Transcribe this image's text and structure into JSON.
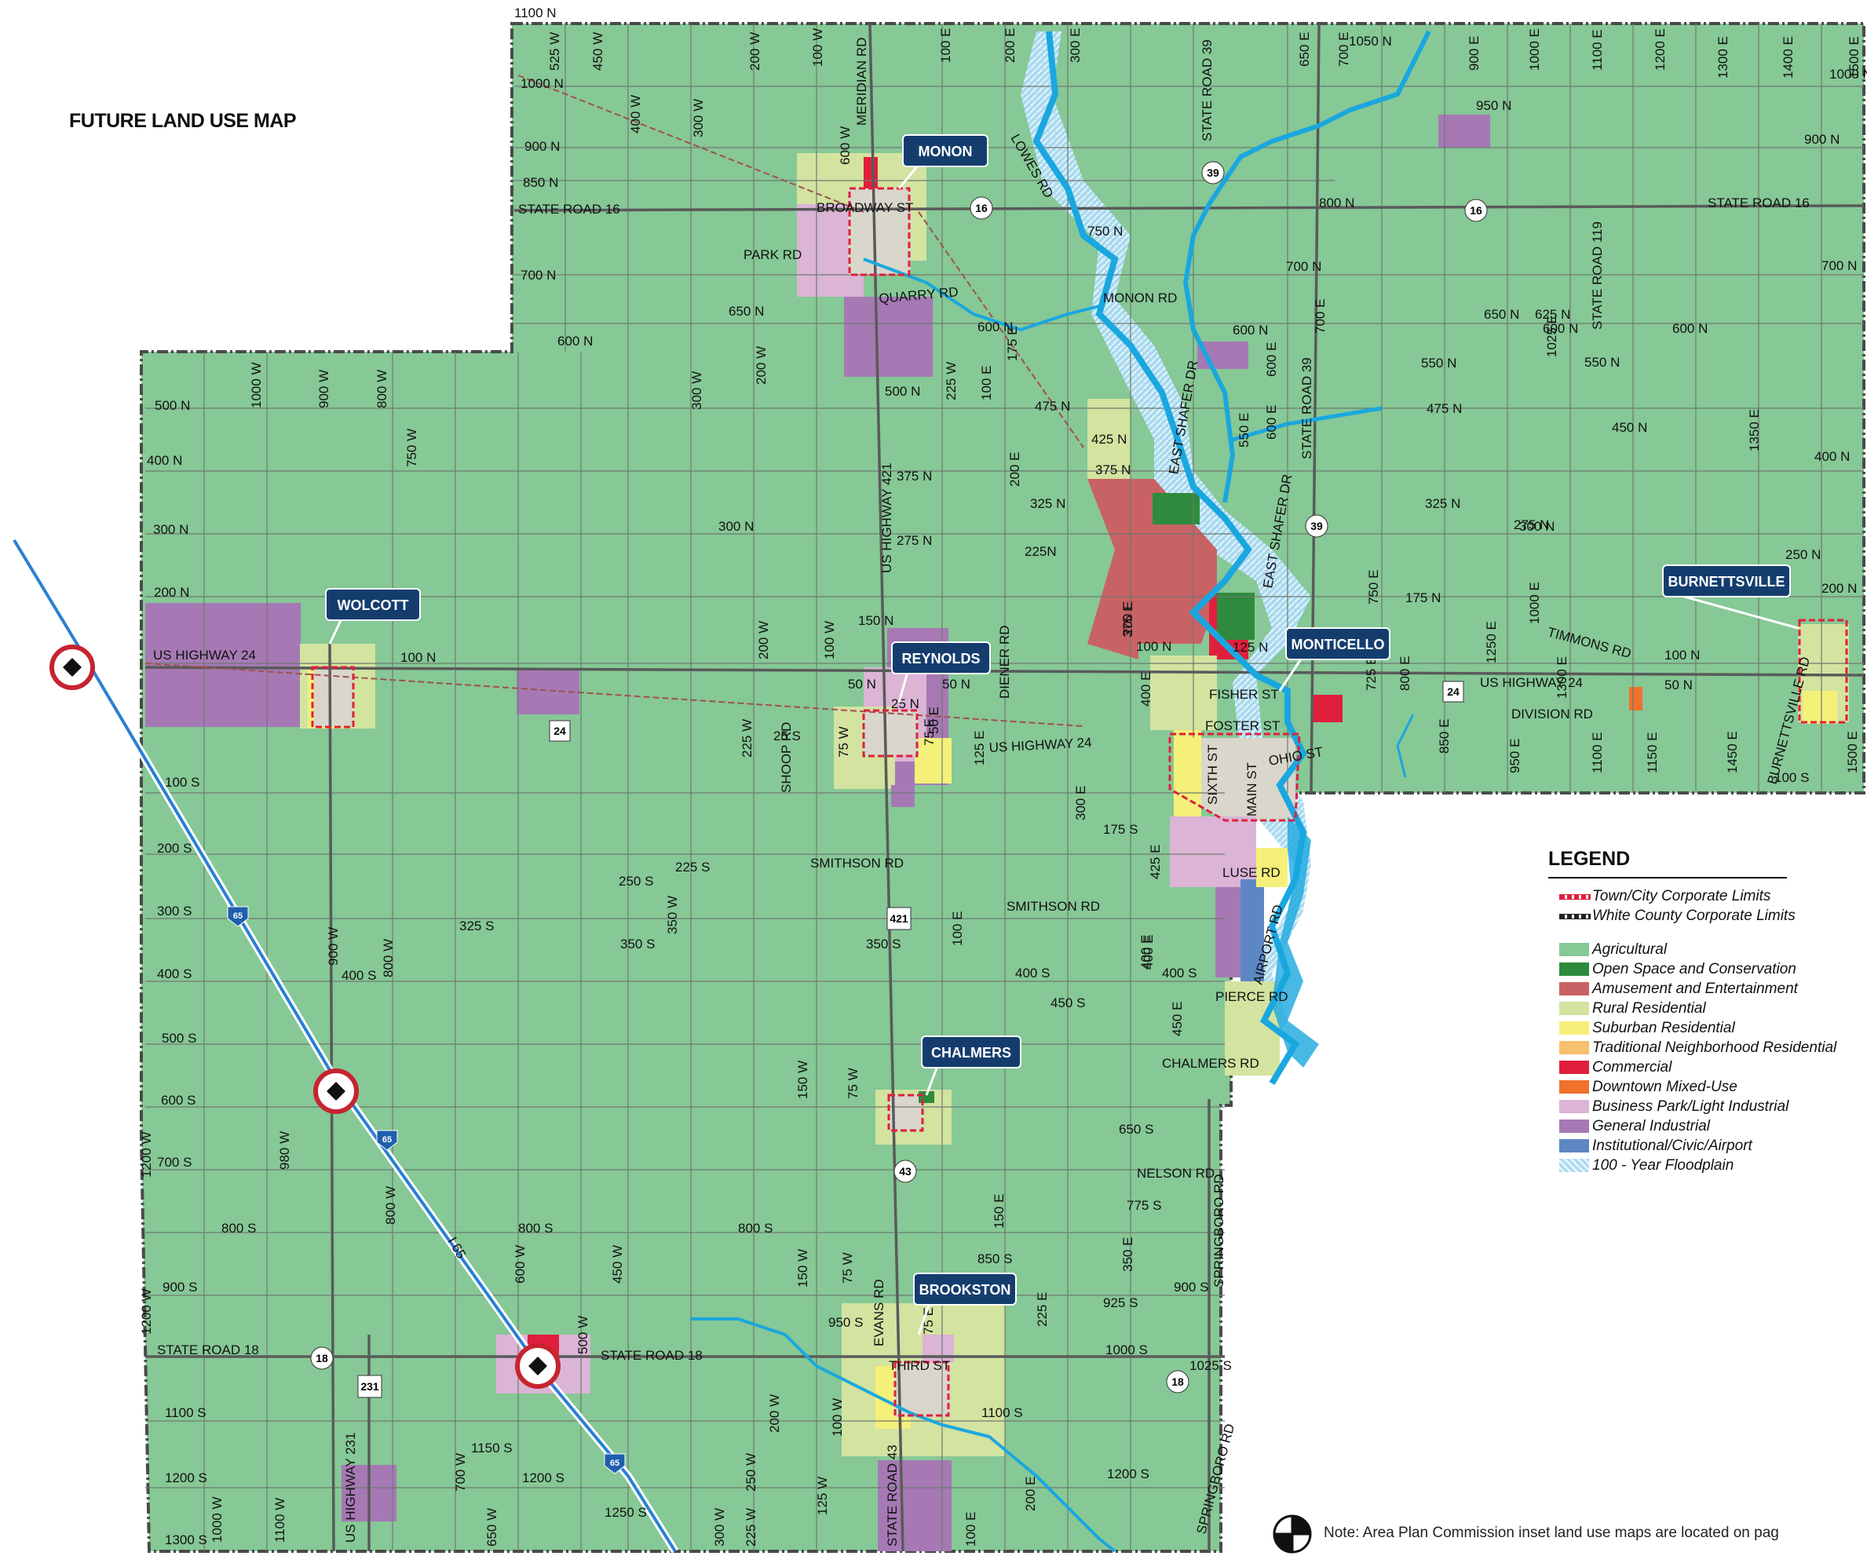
{
  "title": "FUTURE LAND USE MAP",
  "colors": {
    "agricultural": "#86c896",
    "open_space": "#2e8b3d",
    "amusement": "#c96264",
    "rural_residential": "#d3e3a0",
    "suburban_residential": "#f4f07a",
    "traditional_neighborhood": "#f6c06c",
    "commercial": "#e01f3d",
    "downtown_mixed_use": "#f0722b",
    "business_park": "#dbb4d6",
    "general_industrial": "#a679b5",
    "institutional": "#5d87c4",
    "floodplain": "#a9d9ef",
    "water": "#1aa7df",
    "road": "#777777",
    "callout": "#143d6e"
  },
  "towns": [
    "MONON",
    "WOLCOTT",
    "REYNOLDS",
    "MONTICELLO",
    "BURNETTSVILLE",
    "CHALMERS",
    "BROOKSTON"
  ],
  "legend": {
    "title": "LEGEND",
    "boundaries": [
      {
        "label": "Town/City Corporate Limits",
        "color": "#e01f3d"
      },
      {
        "label": "White County Corporate Limits",
        "color": "#222222"
      }
    ],
    "land_uses": [
      {
        "label": "Agricultural",
        "color": "#86c896"
      },
      {
        "label": "Open Space and Conservation",
        "color": "#2e8b3d"
      },
      {
        "label": "Amusement and Entertainment",
        "color": "#c96264"
      },
      {
        "label": "Rural Residential",
        "color": "#d3e3a0"
      },
      {
        "label": "Suburban Residential",
        "color": "#f4f07a"
      },
      {
        "label": "Traditional Neighborhood Residential",
        "color": "#f6c06c"
      },
      {
        "label": "Commercial",
        "color": "#e01f3d"
      },
      {
        "label": "Downtown Mixed-Use",
        "color": "#f0722b"
      },
      {
        "label": "Business Park/Light Industrial",
        "color": "#dbb4d6"
      },
      {
        "label": "General Industrial",
        "color": "#a679b5"
      },
      {
        "label": "Institutional/Civic/Airport",
        "color": "#5d87c4"
      },
      {
        "label": "100 - Year Floodplain",
        "color": "#a9d9ef"
      }
    ]
  },
  "note": "Note: Area Plan Commission inset land use maps are located on pag",
  "road_labels": {
    "horizontal": [
      "1100 N",
      "1050 N",
      "1000 N",
      "1000 N",
      "950 N",
      "900 N",
      "900 N",
      "850 N",
      "800 N",
      "750 N",
      "700 N",
      "700 N",
      "700 N",
      "650 N",
      "650 N",
      "625 N",
      "600 N",
      "600 N",
      "600 N",
      "600 N",
      "600 N",
      "550 N",
      "550 N",
      "500 N",
      "500 N",
      "475 N",
      "475 N",
      "450 N",
      "425 N",
      "400 N",
      "400 N",
      "375 N",
      "375 N",
      "325 N",
      "325 N",
      "300 N",
      "300 N",
      "300 N",
      "275 N",
      "275 N",
      "250 N",
      "225N",
      "200 N",
      "200 N",
      "175 N",
      "150 N",
      "125 N",
      "100 N",
      "100 N",
      "100 N",
      "100 N",
      "50 N",
      "50 N",
      "50 N",
      "25 N",
      "25 S",
      "100 S",
      "100 S",
      "175 S",
      "200 S",
      "225 S",
      "250 S",
      "300 S",
      "325 S",
      "350 S",
      "350 S",
      "400 S",
      "400 S",
      "400 S",
      "400 S",
      "450 S",
      "500 S",
      "600 S",
      "650 S",
      "700 S",
      "775 S",
      "800 S",
      "800 S",
      "800 S",
      "850 S",
      "900 S",
      "900 S",
      "925 S",
      "950 S",
      "1000 S",
      "1025 S",
      "1100 S",
      "1100 S",
      "1150 S",
      "1200 S",
      "1200 S",
      "1200 S",
      "1250 S",
      "1300 S"
    ],
    "vertical": [
      "525 W",
      "450 W",
      "400 W",
      "300 W",
      "200 W",
      "100 W",
      "100 E",
      "200 E",
      "300 E",
      "650 E",
      "700 E",
      "900 E",
      "1000 E",
      "1100 E",
      "1200 E",
      "1300 E",
      "1400 E",
      "1500 E",
      "1000 W",
      "900 W",
      "800 W",
      "750 W",
      "300 W",
      "200 W",
      "225 W",
      "100 E",
      "175 E",
      "200 E",
      "200 E",
      "375 E",
      "400 E",
      "425 E",
      "550 E",
      "600 E",
      "600 E",
      "700 E",
      "750 E",
      "725 E",
      "800 E",
      "850 E",
      "950 E",
      "1000 E",
      "1025 E",
      "1100 E",
      "1150 E",
      "1250 E",
      "1300 E",
      "1350 E",
      "1450 E",
      "1500 E",
      "200 W",
      "100 W",
      "225 W",
      "75 W",
      "50 E",
      "125 E",
      "300 E",
      "400 E",
      "100 E",
      "350 W",
      "900 W",
      "800 W",
      "400 E",
      "450 E",
      "980 W",
      "150 W",
      "75 W",
      "800 W",
      "600 W",
      "450 W",
      "150 W",
      "150 E",
      "350 E",
      "225 E",
      "500 W",
      "100 W",
      "200 W",
      "700 W",
      "650 W",
      "1000 W",
      "1100 W",
      "300 W",
      "225 W",
      "250 W",
      "125 W",
      "100 E",
      "200 E",
      "75 E",
      "75 W",
      "75 E",
      "600 W",
      "1200 W",
      "1200 W"
    ],
    "named": [
      "STATE ROAD 16",
      "STATE ROAD 16",
      "BROADWAY ST",
      "PARK RD",
      "QUARRY RD",
      "MERIDIAN RD",
      "LOWES RD",
      "MONON RD",
      "STATE ROAD 39",
      "STATE ROAD 39",
      "STATE ROAD 119",
      "EAST SHAFER DR",
      "EAST SHAFER DR",
      "US HIGHWAY 421",
      "US HIGHWAY 24",
      "US HIGHWAY 24",
      "US HIGHWAY 24",
      "TIMMONS RD",
      "DIVISION RD",
      "BURNETTSVILLE RD",
      "DIENER RD",
      "SHOOP RD",
      "FISHER ST",
      "FOSTER ST",
      "OHIO ST",
      "MAIN ST",
      "SIXTH ST",
      "SMITHSON RD",
      "SMITHSON RD",
      "LUSE RD",
      "AIRPORT RD",
      "PIERCE RD",
      "CHALMERS RD",
      "NELSON RD",
      "SPRINGBORO RD",
      "SPRINGBORO RD",
      "STATE ROAD 18",
      "STATE ROAD 18",
      "THIRD ST",
      "EVANS RD",
      "STATE ROAD 43",
      "US HIGHWAY 231",
      "I 65"
    ],
    "shields": [
      "16",
      "16",
      "39",
      "39",
      "24",
      "24",
      "421",
      "43",
      "18",
      "18",
      "231",
      "65",
      "65",
      "65"
    ]
  }
}
